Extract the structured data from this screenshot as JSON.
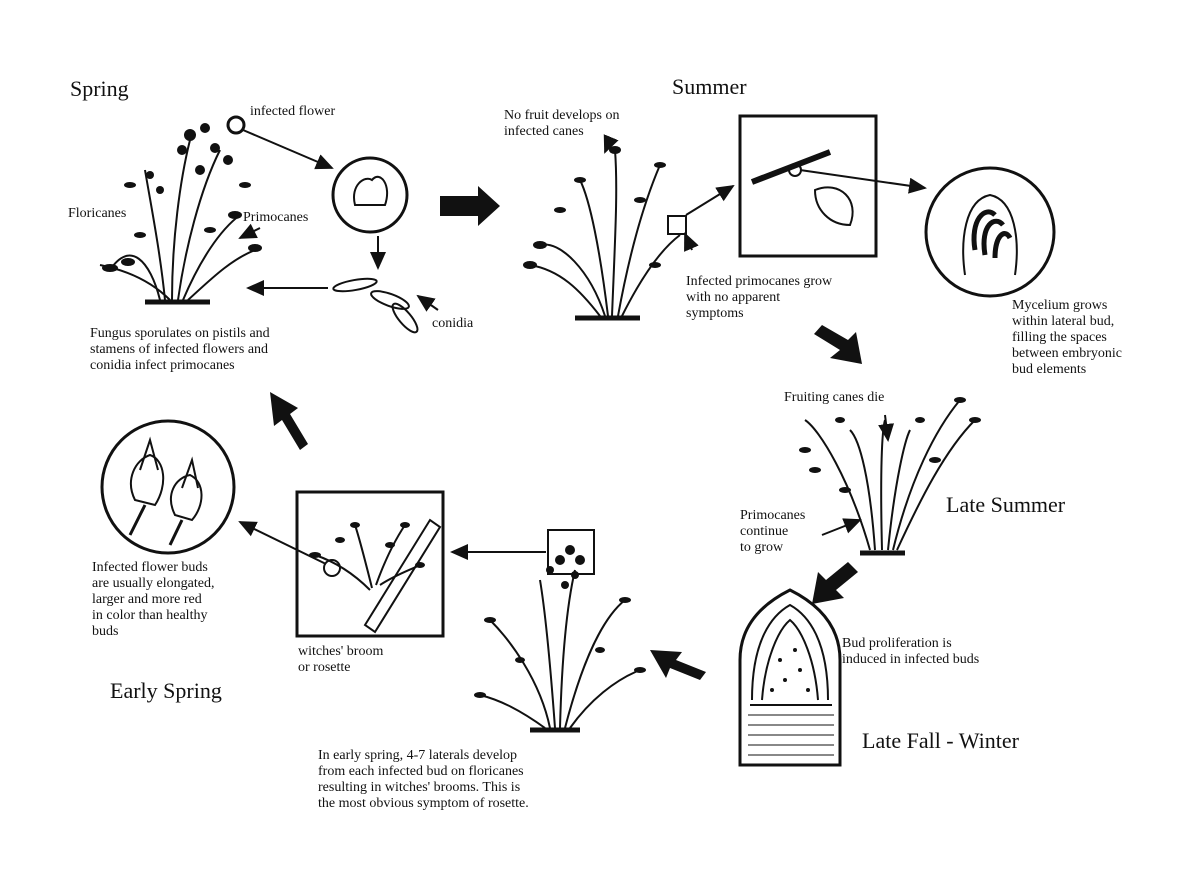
{
  "diagram": {
    "seasons": {
      "spring": "Spring",
      "summer": "Summer",
      "late_summer": "Late Summer",
      "late_fall_winter": "Late Fall - Winter",
      "early_spring": "Early Spring"
    },
    "labels": {
      "infected_flower": "infected flower",
      "floricanes": "Floricanes",
      "primocanes": "Primocanes",
      "conidia": "conidia",
      "fungus_sporulates": "Fungus sporulates on pistils and\nstamens of infected flowers and\nconidia infect primocanes",
      "no_fruit": "No fruit develops on\ninfected canes",
      "infected_primocanes": "Infected primocanes grow\nwith no apparent\nsymptoms",
      "mycelium": "Mycelium grows\nwithin lateral bud,\nfilling the spaces\nbetween embryonic\nbud elements",
      "fruiting_canes_die": "Fruiting canes die",
      "primocanes_continue": "Primocanes\ncontinue\nto grow",
      "bud_proliferation": "Bud proliferation is\ninduced in infected buds",
      "early_spring_laterals": "In early spring, 4-7 laterals develop\nfrom each infected bud on floricanes\nresulting in witches' brooms. This is\nthe most obvious symptom of rosette.",
      "witches_broom": "witches' broom\nor rosette",
      "infected_flower_buds": "Infected flower buds\nare usually elongated,\nlarger and more red\nin color than healthy\nbuds"
    }
  }
}
